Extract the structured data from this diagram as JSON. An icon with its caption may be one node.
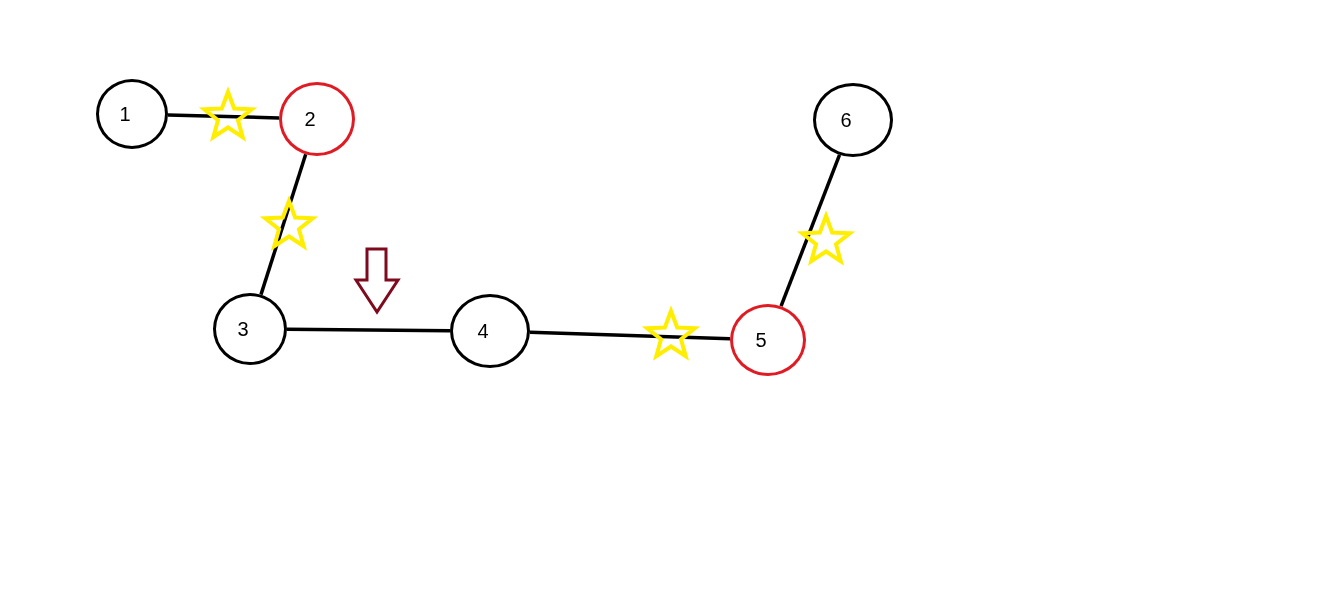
{
  "diagram": {
    "nodes": [
      {
        "text": [
          "1"
        ]
      },
      {
        "text": [
          "2"
        ]
      },
      {
        "text": [
          "3"
        ]
      },
      {
        "text": [
          "4"
        ]
      },
      {
        "text": [
          "5"
        ]
      },
      {
        "text": [
          "6"
        ]
      }
    ],
    "edges": [
      {
        "from": 0,
        "to": 1,
        "arrow": "none"
      },
      {
        "from": 1,
        "to": 2,
        "arrow": "none"
      },
      {
        "from": 2,
        "to": 3,
        "arrow": "none"
      },
      {
        "from": 3,
        "to": 4,
        "arrow": "none"
      },
      {
        "from": 4,
        "to": 5,
        "arrow": "none"
      }
    ]
  }
}
